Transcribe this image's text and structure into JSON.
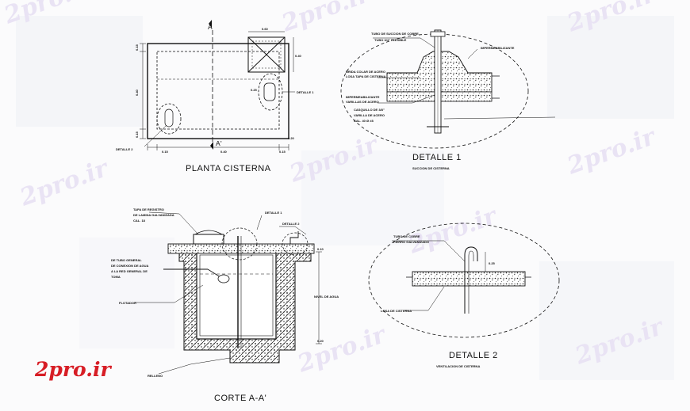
{
  "watermark": "2pro.ir",
  "logo": "2pro.ir",
  "planta": {
    "title": "PLANTA CISTERNA",
    "cut_top": "A",
    "cut_bottom": "A'",
    "detail_ref": "DETALLE 2",
    "dims": {
      "top_right": "0.60",
      "side_a": "0.40",
      "side_b": "0.20",
      "left_top": "0.15",
      "left_mid": "0.40",
      "left_bot": "0.15",
      "right_bot": "0.15",
      "bottom_left": "0.15",
      "bottom_mid": "0.40",
      "bottom_right": "0.15",
      "manhole": "0.25"
    },
    "notes": {
      "right": "DETALLE 1"
    }
  },
  "detalle1": {
    "title": "DETALLE 1",
    "subtitle": "SUCCION DE CISTERNA",
    "notes": {
      "top": "TUBO DE SUCCION DE COBRE",
      "top2": "TUBO 3/4\" FLEXIBLE",
      "right": "IMPERMEABILIZANTE",
      "left1": "BRIDA COLAR DE ACERO",
      "left2": "LOSA TAPA DE CISTERNA",
      "left3": "IMPERMEABILIZANTE",
      "left4": "VARILLAS DE ACERO",
      "bottom1": "CASQUILLO DE 3/8\"",
      "bottom2": "VARILLA DE ACERO",
      "bottom3": "CAL. 40 Ø #8"
    }
  },
  "corte": {
    "title": "CORTE A-A'",
    "notes": {
      "top_left1": "TAPA DE REGISTRO",
      "top_left2": "DE LAMINA GALVANIZADA",
      "top_left3": "CAL. 18",
      "top_mid": "DETALLE 1",
      "top_right": "DETALLE 2",
      "left1": "DE TUBO GENERAL",
      "left2": "DE CONEXION DE AGUA",
      "left3": "A LA RED GENERAL DE",
      "left4": "TOMA",
      "left5": "FLOTADOR",
      "right": "NIVEL DE AGUA",
      "bottom": "RELLENO"
    },
    "dims": {
      "right_top": "0.10",
      "right_mid": "NIVEL DE AGUA",
      "right_bot": "0.20"
    }
  },
  "detalle2": {
    "title": "DETALLE 2",
    "subtitle": "VENTILACION DE CISTERNA",
    "notes": {
      "top1": "TUBO DE COBRE",
      "top2": "FIERRO GALVANIZADO",
      "left": "LOSA DE CISTERNA",
      "dim": "0.25"
    }
  }
}
